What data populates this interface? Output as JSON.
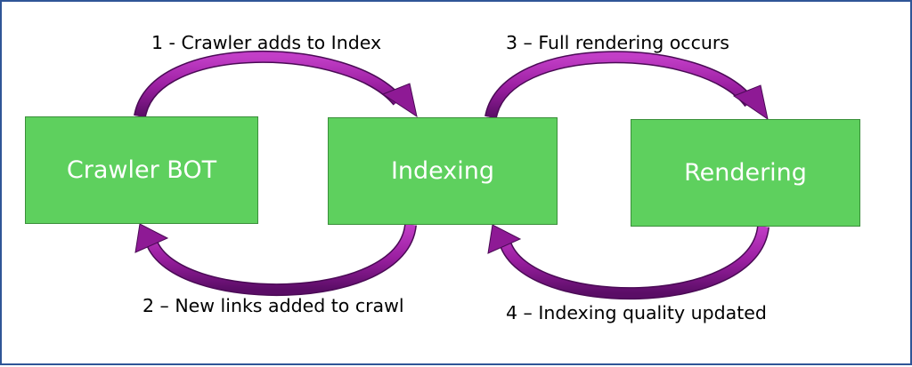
{
  "nodes": {
    "crawler": "Crawler BOT",
    "indexing": "Indexing",
    "rendering": "Rendering"
  },
  "edges": {
    "step1": "1 - Crawler adds to Index",
    "step2": "2 – New links added to crawl",
    "step3": "3 – Full rendering occurs",
    "step4": "4 – Indexing quality updated"
  },
  "colors": {
    "box_fill": "#5ed05e",
    "arrow": "#9b1fa1",
    "frame": "#2f5597"
  }
}
